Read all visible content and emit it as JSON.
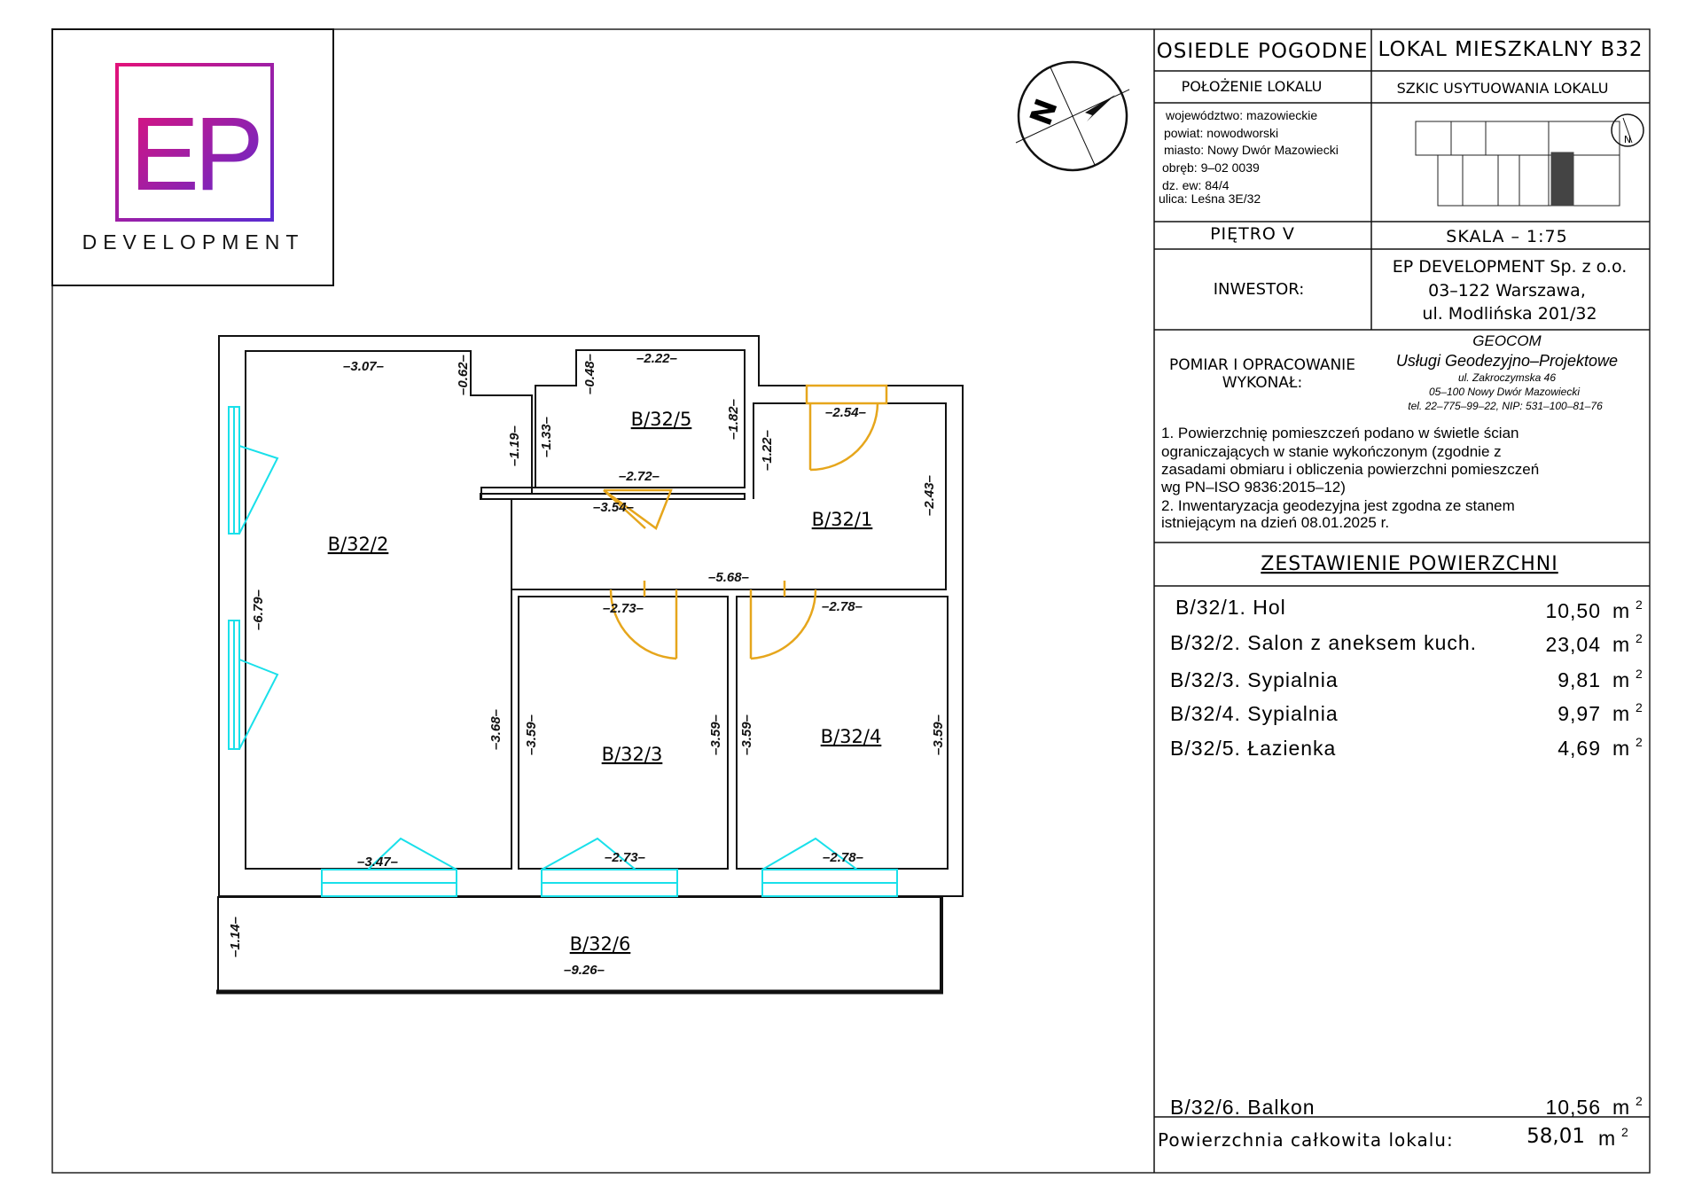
{
  "logo": {
    "letters": "EP",
    "company_word": "DEVELOPMENT",
    "colors": {
      "magenta": "#e2127a",
      "purple": "#5a2bd1"
    }
  },
  "compass": {
    "north_letter": "N"
  },
  "header": {
    "estate": "OSIEDLE POGODNE",
    "unit": "LOKAL MIESZKALNY B32",
    "location_heading": "POŁOŻENIE LOKALU",
    "sketch_heading": "SZKIC USYTUOWANIA LOKALU",
    "location_lines": [
      "województwo: mazowieckie",
      "powiat: nowodworski",
      "miasto: Nowy Dwór Mazowiecki",
      "obręb: 9–02 0039",
      "dz. ew: 84/4",
      "ulica: Leśna 3E/32"
    ],
    "floor": "PIĘTRO V",
    "scale": "SKALA – 1:75",
    "investor_label": "INWESTOR:",
    "investor_lines": [
      "EP DEVELOPMENT Sp. z o.o.",
      "03–122 Warszawa,",
      "ul. Modlińska 201/32"
    ],
    "contractor_label_lines": [
      "POMIAR I OPRACOWANIE",
      "WYKONAŁ:"
    ],
    "contractor_lines": [
      "GEOCOM",
      "Usługi Geodezyjno–Projektowe",
      "ul. Zakroczymska 46",
      "05–100 Nowy Dwór Mazowiecki",
      "tel. 22–775–99–22, NIP: 531–100–81–76"
    ]
  },
  "notes": [
    "1. Powierzchnię pomieszczeń podano w świetle ścian",
    "ograniczających w stanie wykończonym (zgodnie z",
    "zasadami obmiaru i obliczenia powierzchni pomieszczeń",
    "wg PN–ISO 9836:2015–12)",
    "2. Inwentaryzacja geodezyjna jest zgodna ze stanem",
    "istniejącym na dzień 08.01.2025 r."
  ],
  "summary": {
    "title": "ZESTAWIENIE POWIERZCHNI",
    "unit": "m",
    "unit_exp": "2",
    "rows": [
      {
        "name": "B/32/1. Hol",
        "area": "10,50"
      },
      {
        "name": "B/32/2. Salon z aneksem kuch.",
        "area": "23,04"
      },
      {
        "name": "B/32/3. Sypialnia",
        "area": "9,81"
      },
      {
        "name": "B/32/4. Sypialnia",
        "area": "9,97"
      },
      {
        "name": "B/32/5. Łazienka",
        "area": "4,69"
      }
    ],
    "balcony": {
      "name": "B/32/6. Balkon",
      "area": "10,56"
    },
    "total_label": "Powierzchnia całkowita lokalu:",
    "total_area": "58,01"
  },
  "plan": {
    "rooms": [
      "B/32/1",
      "B/32/2",
      "B/32/3",
      "B/32/4",
      "B/32/5",
      "B/32/6"
    ],
    "dimensions": {
      "salon_top": "–3.07–",
      "salon_notch": "–0.62–",
      "salon_inner": "–1.19–",
      "salon_height": "–6.79–",
      "salon_bottom": "–3.47–",
      "salon_right": "–3.68–",
      "bath_notch": "–0.48–",
      "bath_top": "–2.22–",
      "bath_left": "–1.33–",
      "bath_right": "–1.82–",
      "bath_bottom": "–2.72–",
      "bath_door": "–3.54–",
      "hol_width": "–2.54–",
      "hol_left": "–1.22–",
      "hol_right": "–2.43–",
      "hol_long": "–5.68–",
      "bed3_top": "–2.73–",
      "bed3_left": "–3.59–",
      "bed3_right": "–3.59–",
      "bed3_bottom": "–2.73–",
      "bed4_top": "–2.78–",
      "bed4_left": "–3.59–",
      "bed4_right": "–3.59–",
      "bed4_bottom": "–2.78–",
      "balcony_width": "–9.26–",
      "balcony_depth": "–1.14–"
    }
  }
}
